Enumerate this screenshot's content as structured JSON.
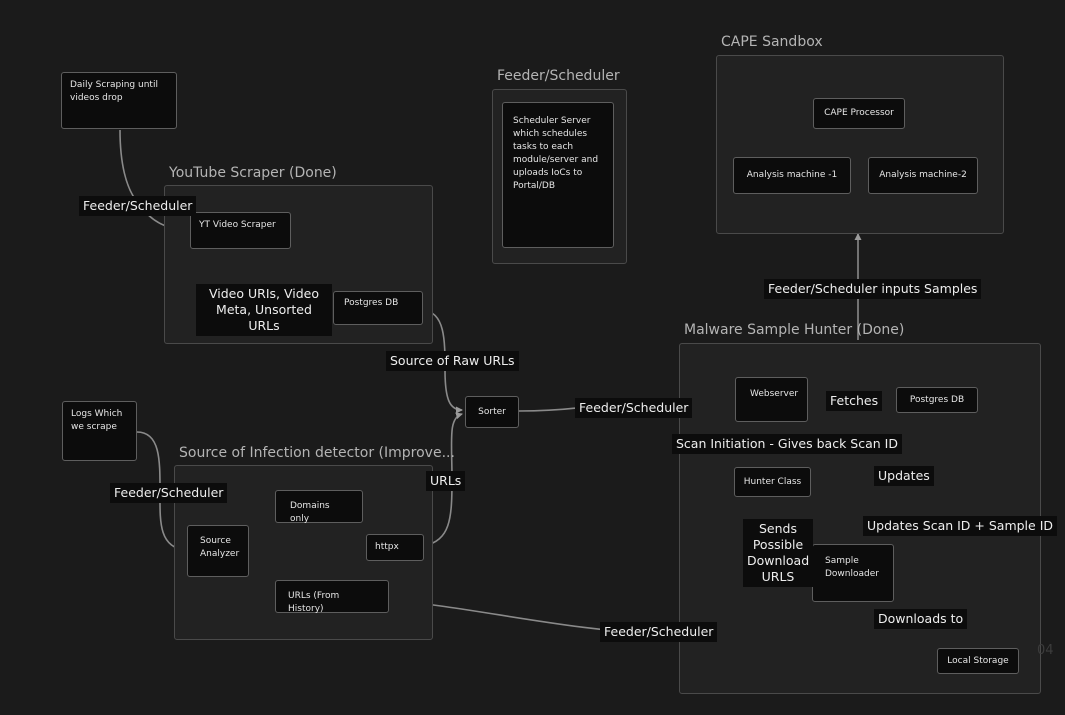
{
  "frames": {
    "youtube": "YouTube Scraper (Done)",
    "feeder": "Feeder/Scheduler",
    "cape": "CAPE Sandbox",
    "source": "Source of Infection detector (Improve...",
    "hunter": "Malware Sample Hunter (Done)"
  },
  "nodes": {
    "daily_scraping": "Daily Scraping until videos drop",
    "yt_video_scraper": "YT Video Scraper",
    "postgres_db_yt": "Postgres DB",
    "scheduler_server": "Scheduler Server which schedules tasks to each module/server and uploads IoCs to Portal/DB",
    "cape_processor": "CAPE Processor",
    "analysis_machine_1": "Analysis machine -1",
    "analysis_machine_2": "Analysis machine-2",
    "logs": "Logs Which we scrape",
    "sorter": "Sorter",
    "source_analyzer": "Source Analyzer",
    "domains_only": "Domains only",
    "httpx": "httpx",
    "urls_history": "URLs (From History)",
    "webserver": "Webserver",
    "postgres_db_hunter": "Postgres DB",
    "hunter_class": "Hunter Class",
    "sample_downloader": "Sample Downloader",
    "local_storage": "Local Storage"
  },
  "labels": {
    "feeder_yt": "Feeder/Scheduler",
    "video_urls": "Video URIs, Video Meta, Unsorted URLs",
    "raw_urls": "Source of Raw URLs",
    "urls": "URLs",
    "feeder_sorter": "Feeder/Scheduler",
    "feeder_logs": "Feeder/Scheduler",
    "feeder_bottom": "Feeder/Scheduler",
    "feeder_cape": "Feeder/Scheduler inputs Samples",
    "fetches": "Fetches",
    "scan_initiation": "Scan Initiation - Gives back Scan ID",
    "updates": "Updates",
    "updates_scan": "Updates Scan ID + Sample ID",
    "sends": "Sends Possible Download URLS",
    "downloads_to": "Downloads to"
  },
  "page_number": "04"
}
